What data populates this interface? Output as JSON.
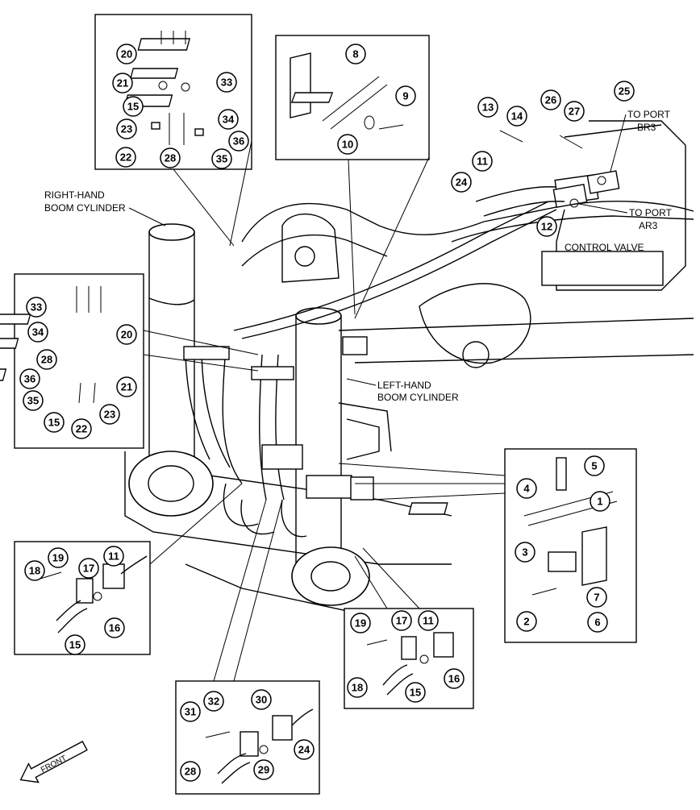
{
  "labels": {
    "right_cylinder_1": "RIGHT-HAND",
    "right_cylinder_2": "BOOM CYLINDER",
    "left_cylinder_1": "LEFT-HAND",
    "left_cylinder_2": "BOOM CYLINDER",
    "port_br_1": "TO PORT",
    "port_br_2": "BR3",
    "port_ar_1": "TO PORT",
    "port_ar_2": "AR3",
    "control_valve": "CONTROL VALVE",
    "front": "FRONT"
  },
  "callouts": {
    "tl": [
      "20",
      "21",
      "15",
      "23",
      "22",
      "33",
      "34",
      "36",
      "28",
      "35"
    ],
    "tc": [
      "8",
      "9",
      "10"
    ],
    "tr": [
      "13",
      "14",
      "26",
      "27",
      "25",
      "11",
      "24",
      "12"
    ],
    "ml": [
      "33",
      "34",
      "28",
      "36",
      "35",
      "15",
      "22",
      "23",
      "20",
      "21"
    ],
    "rm": [
      "5",
      "4",
      "1",
      "3",
      "2",
      "7",
      "6"
    ],
    "bl": [
      "18",
      "19",
      "17",
      "11",
      "16",
      "15"
    ],
    "bc": [
      "19",
      "17",
      "11",
      "18",
      "15",
      "16"
    ],
    "bb": [
      "31",
      "32",
      "30",
      "24",
      "28",
      "29"
    ]
  }
}
